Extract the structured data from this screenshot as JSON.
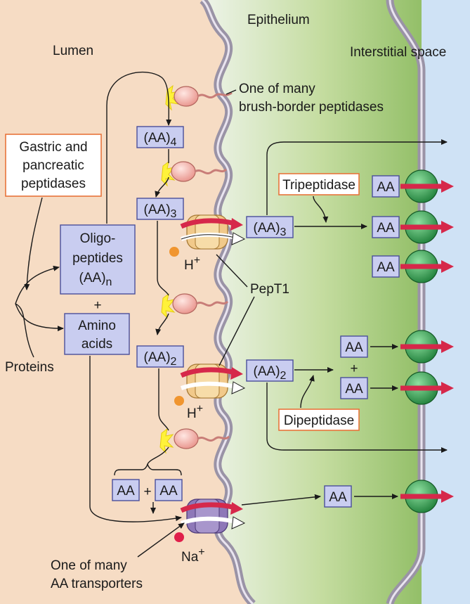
{
  "regions": {
    "lumen": "Lumen",
    "epithelium": "Epithelium",
    "interstitial": "Interstitial space"
  },
  "labels": {
    "brush_border_line1": "One of many",
    "brush_border_line2": "brush-border peptidases",
    "gastric_line1": "Gastric and",
    "gastric_line2": "pancreatic",
    "gastric_line3": "peptidases",
    "oligo_line1": "Oligo-",
    "oligo_line2": "peptides",
    "oligo_line3": "(AA)",
    "oligo_sub": "n",
    "plus": "+",
    "amino_line1": "Amino",
    "amino_line2": "acids",
    "proteins": "Proteins",
    "aa4": "(AA)",
    "aa4_sub": "4",
    "aa3": "(AA)",
    "aa3_sub": "3",
    "aa2": "(AA)",
    "aa2_sub": "2",
    "aa3_cell": "(AA)",
    "aa3_cell_sub": "3",
    "aa2_cell": "(AA)",
    "aa2_cell_sub": "2",
    "aa": "AA",
    "h_plus": "H",
    "na_plus": "Na",
    "ion_sup": "+",
    "pept1": "PepT1",
    "tripeptidase": "Tripeptidase",
    "dipeptidase": "Dipeptidase",
    "aa_transporter_line1": "One of many",
    "aa_transporter_line2": "AA transporters"
  },
  "colors": {
    "lumen": "#f6dcc4",
    "cell": "#a8cc7a",
    "interstitial": "#cfe2f5",
    "membrane": "#9a93a6",
    "box_fill": "#c9cdf0",
    "box_stroke": "#4a4f9a",
    "orange": "#e8743b",
    "red_arrow": "#d6284a",
    "pept1": "#f1c98a",
    "na_transporter": "#8e78b8",
    "exit_transporter": "#2e9a4a"
  }
}
